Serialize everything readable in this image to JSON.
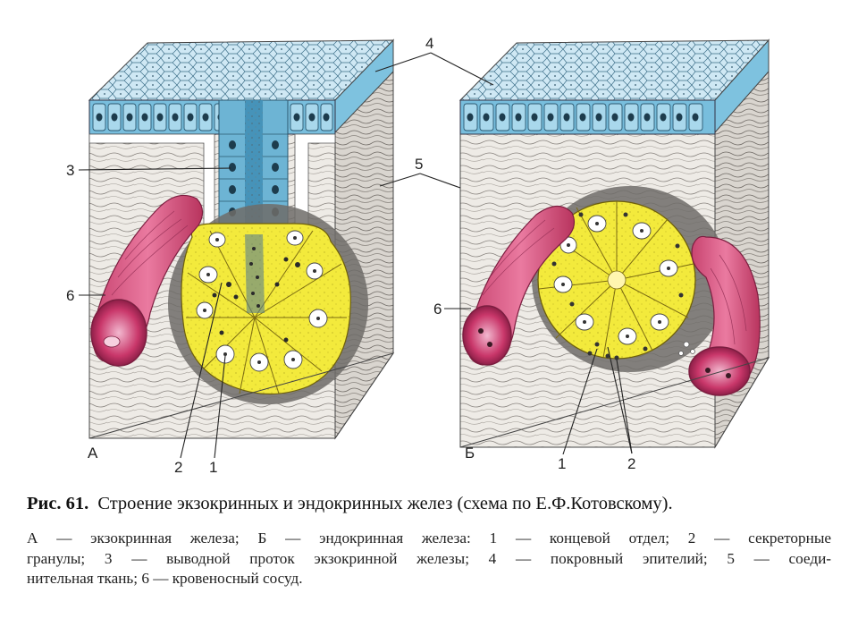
{
  "figure": {
    "panel_labels": {
      "a": "А",
      "b": "Б"
    },
    "labels": {
      "a_3": "3",
      "a_6": "6",
      "a_2": "2",
      "a_1": "1",
      "b_6": "6",
      "b_1": "1",
      "b_2": "2",
      "top_4": "4",
      "mid_5": "5"
    },
    "colors": {
      "epithelium": "#6fb8d8",
      "acinus": "#f3ea3c",
      "vessel": "#d9477a",
      "connective": "#ece9e4"
    }
  },
  "caption": {
    "number": "Рис. 61.",
    "title": "Строение экзокринных и эндокринных желез (схема по Е.Ф.Котовскому)."
  },
  "legend": {
    "line1": "А — экзокринная железа; Б — эндокринная железа: 1 — концевой отдел; 2 — секреторные",
    "line2": "гранулы; 3 — выводной проток экзокринной железы; 4 — покровный эпителий; 5 — соеди-",
    "line3": "нительная ткань; 6 — кровеносный сосуд."
  }
}
